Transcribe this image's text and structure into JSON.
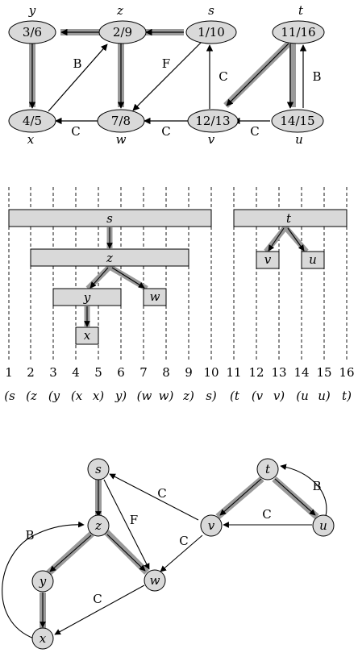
{
  "colors": {
    "node_fill": "#d9d9d9",
    "stroke": "#000000",
    "tree_edge": "#9a9a9a",
    "bg": "#ffffff"
  },
  "graph_top": {
    "nodes": [
      {
        "id": "y",
        "label": "3/6",
        "name": "y"
      },
      {
        "id": "z",
        "label": "2/9",
        "name": "z"
      },
      {
        "id": "s",
        "label": "1/10",
        "name": "s"
      },
      {
        "id": "t",
        "label": "11/16",
        "name": "t"
      },
      {
        "id": "x",
        "label": "4/5",
        "name": "x"
      },
      {
        "id": "w",
        "label": "7/8",
        "name": "w"
      },
      {
        "id": "v",
        "label": "12/13",
        "name": "v"
      },
      {
        "id": "u",
        "label": "14/15",
        "name": "u"
      }
    ],
    "edge_labels": [
      "B",
      "F",
      "C",
      "B",
      "C",
      "C",
      "C"
    ]
  },
  "parenthesis": {
    "bars": [
      {
        "id": "s",
        "label": "s"
      },
      {
        "id": "t",
        "label": "t"
      },
      {
        "id": "z",
        "label": "z"
      },
      {
        "id": "v",
        "label": "v"
      },
      {
        "id": "u",
        "label": "u"
      },
      {
        "id": "y",
        "label": "y"
      },
      {
        "id": "w",
        "label": "w"
      },
      {
        "id": "x",
        "label": "x"
      }
    ],
    "ticks": [
      "1",
      "2",
      "3",
      "4",
      "5",
      "6",
      "7",
      "8",
      "9",
      "10",
      "11",
      "12",
      "13",
      "14",
      "15",
      "16"
    ],
    "sequence": [
      "(s",
      "(z",
      "(y",
      "(x",
      "x)",
      "y)",
      "(w",
      "w)",
      "z)",
      "s)",
      "(t",
      "(v",
      "v)",
      "(u",
      "u)",
      "t)"
    ]
  },
  "graph_bottom": {
    "nodes": [
      {
        "id": "s",
        "label": "s"
      },
      {
        "id": "t",
        "label": "t"
      },
      {
        "id": "z",
        "label": "z"
      },
      {
        "id": "v",
        "label": "v"
      },
      {
        "id": "u",
        "label": "u"
      },
      {
        "id": "y",
        "label": "y"
      },
      {
        "id": "w",
        "label": "w"
      },
      {
        "id": "x",
        "label": "x"
      }
    ],
    "edge_labels": [
      "C",
      "F",
      "B",
      "C",
      "C",
      "B",
      "C"
    ]
  }
}
